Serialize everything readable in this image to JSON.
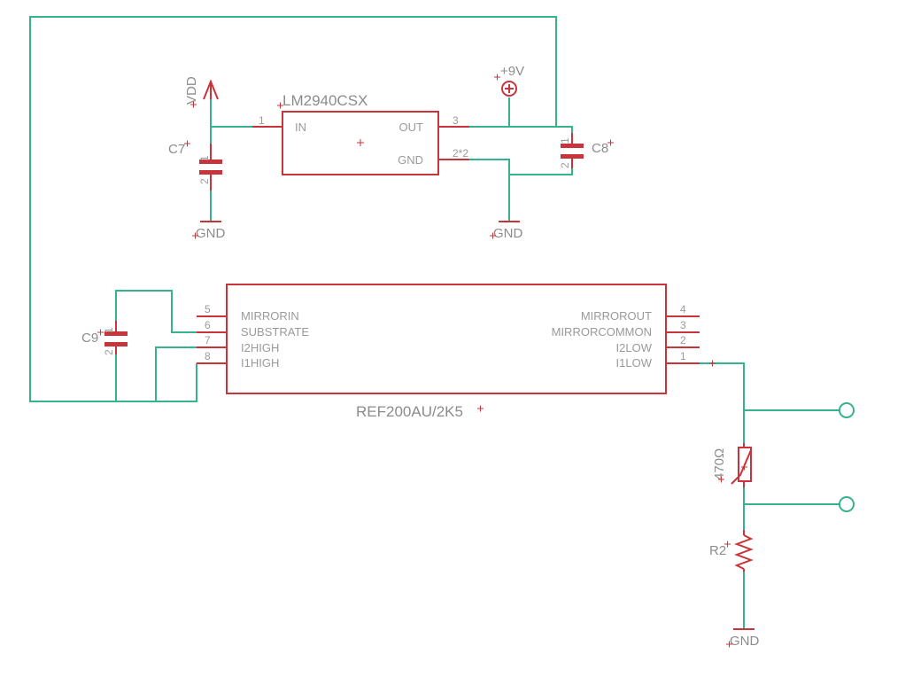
{
  "regulator": {
    "name": "LM2940CSX",
    "pins": [
      {
        "num": "1",
        "label": "IN"
      },
      {
        "num": "3",
        "label": "OUT"
      },
      {
        "num": "2*2",
        "label": "GND"
      }
    ]
  },
  "reference": {
    "name": "REF200AU/2K5",
    "left_pins": [
      {
        "num": "5",
        "label": "MIRRORIN"
      },
      {
        "num": "6",
        "label": "SUBSTRATE"
      },
      {
        "num": "7",
        "label": "I2HIGH"
      },
      {
        "num": "8",
        "label": "I1HIGH"
      }
    ],
    "right_pins": [
      {
        "num": "4",
        "label": "MIRROROUT"
      },
      {
        "num": "3",
        "label": "MIRRORCOMMON"
      },
      {
        "num": "2",
        "label": "I2LOW"
      },
      {
        "num": "1",
        "label": "I1LOW"
      }
    ]
  },
  "capacitors": {
    "c7": {
      "ref": "C7",
      "pin1": "1",
      "pin2": "2"
    },
    "c8": {
      "ref": "C8",
      "pin1": "1",
      "pin2": "2"
    },
    "c9": {
      "ref": "C9",
      "pin1": "1",
      "pin2": "2"
    }
  },
  "resistors": {
    "thermistor": {
      "value": "470Ω"
    },
    "r2": {
      "ref": "R2"
    }
  },
  "supplies": {
    "vdd": "VDD",
    "plus9v": "+9V",
    "gnd1": "GND",
    "gnd2": "GND",
    "gnd3": "GND"
  },
  "colors": {
    "wire": "#36b28e",
    "component": "#c9333a",
    "text": "#8c8c8c"
  }
}
